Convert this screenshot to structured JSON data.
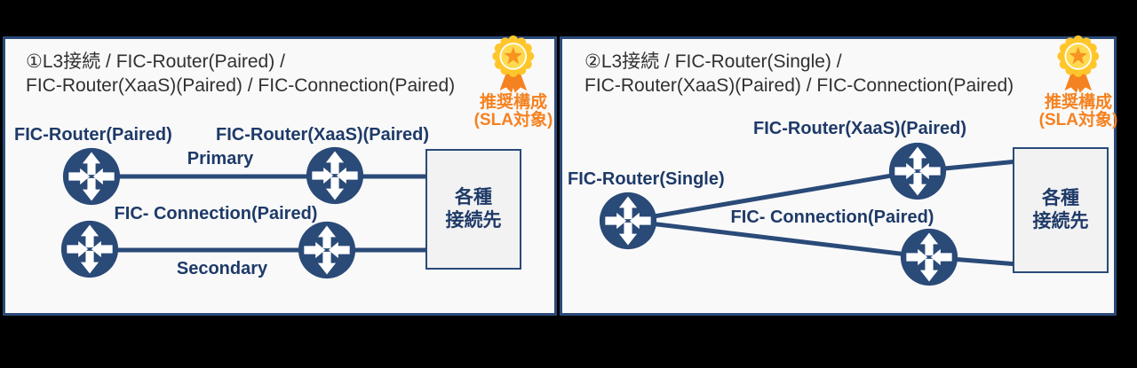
{
  "badge": {
    "line1": "推奨構成",
    "line2": "(SLA対象)"
  },
  "panel1": {
    "title_line1": "①L3接続 / FIC-Router(Paired) /",
    "title_line2": "FIC-Router(XaaS)(Paired) / FIC-Connection(Paired)",
    "router_left_label": "FIC-Router(Paired)",
    "router_xaas_label": "FIC-Router(XaaS)(Paired)",
    "primary_label": "Primary",
    "secondary_label": "Secondary",
    "connection_label": "FIC- Connection(Paired)",
    "box_line1": "各種",
    "box_line2": "接続先"
  },
  "panel2": {
    "title_line1": "②L3接続 / FIC-Router(Single) /",
    "title_line2": "FIC-Router(XaaS)(Paired) / FIC-Connection(Paired)",
    "router_single_label": "FIC-Router(Single)",
    "router_xaas_label": "FIC-Router(XaaS)(Paired)",
    "connection_label": "FIC- Connection(Paired)",
    "box_line1": "各種",
    "box_line2": "接続先"
  },
  "colors": {
    "navy": "#2a4a78",
    "label_navy": "#1e3a68",
    "title_gray": "#303030",
    "badge_orange": "#f58220",
    "badge_gold": "#ffc62b",
    "badge_star": "#f79421",
    "panel_bg": "#f9f9f9",
    "box_bg": "#f2f2f2",
    "page_bg": "#000000"
  }
}
